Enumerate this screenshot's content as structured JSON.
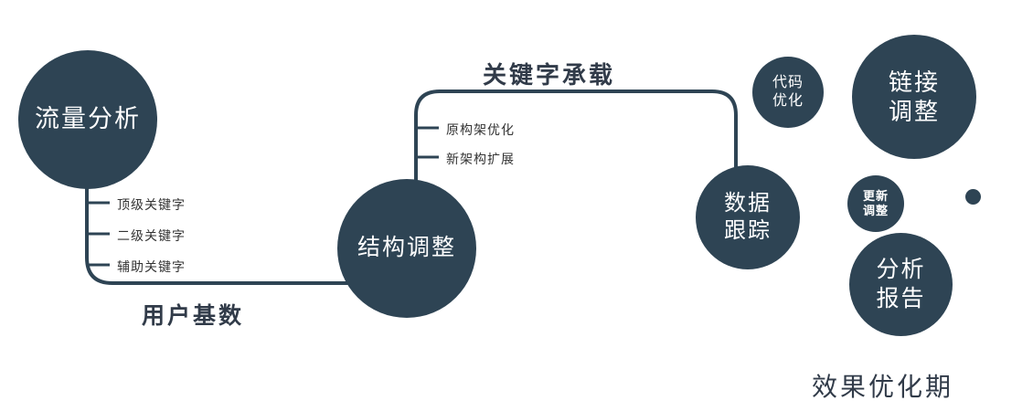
{
  "colors": {
    "primary": "#2e4454",
    "label_text": "#313b49",
    "branch_text": "#333333",
    "background": "#ffffff"
  },
  "nodes": {
    "traffic": {
      "label": "流量分析"
    },
    "structure": {
      "label": "结构调整"
    },
    "data_tracking": {
      "line1": "数据",
      "line2": "跟踪"
    },
    "code_opt": {
      "line1": "代码",
      "line2": "优化"
    },
    "link_adjust": {
      "line1": "链接",
      "line2": "调整"
    },
    "update_adjust": {
      "line1": "更新",
      "line2": "调整"
    },
    "analysis_report": {
      "line1": "分析",
      "line2": "报告"
    }
  },
  "edges": {
    "user_base_label": "用户基数",
    "keyword_label": "关键字承载"
  },
  "branches": {
    "traffic": [
      "顶级关键字",
      "二级关键字",
      "辅助关键字"
    ],
    "structure": [
      "原构架优化",
      "新架构扩展"
    ]
  },
  "footer": {
    "label": "效果优化期"
  }
}
